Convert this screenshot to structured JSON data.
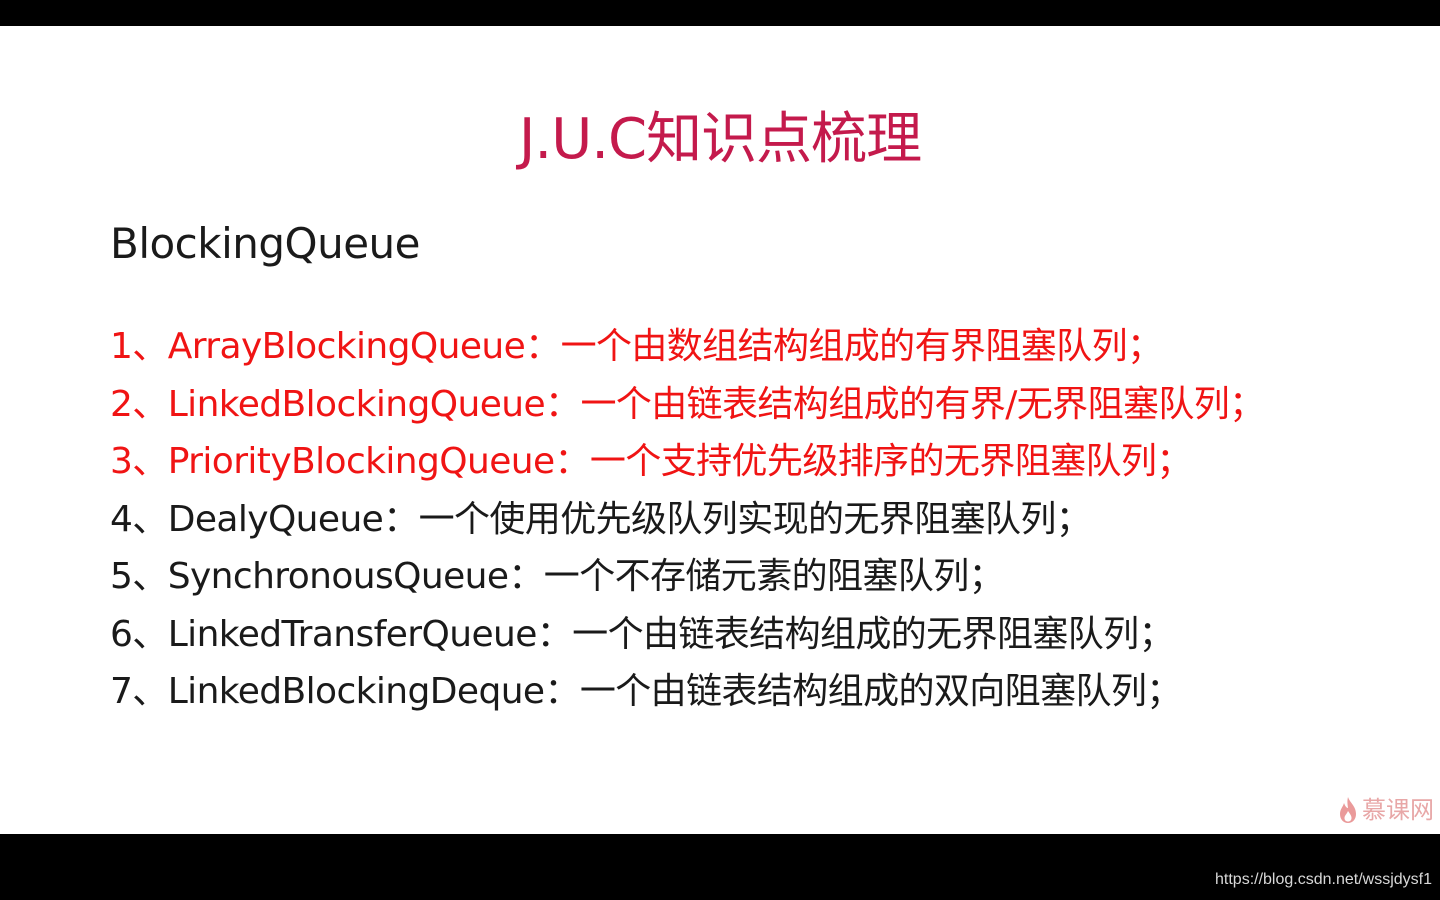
{
  "slide": {
    "title": "J.U.C知识点梳理",
    "heading": "BlockingQueue",
    "items": [
      {
        "text": "1、ArrayBlockingQueue：一个由数组结构组成的有界阻塞队列；",
        "highlighted": true
      },
      {
        "text": "2、LinkedBlockingQueue：一个由链表结构组成的有界/无界阻塞队列；",
        "highlighted": true
      },
      {
        "text": "3、PriorityBlockingQueue：一个支持优先级排序的无界阻塞队列；",
        "highlighted": true
      },
      {
        "text": "4、DealyQueue：一个使用优先级队列实现的无界阻塞队列；",
        "highlighted": false
      },
      {
        "text": "5、SynchronousQueue：一个不存储元素的阻塞队列；",
        "highlighted": false
      },
      {
        "text": "6、LinkedTransferQueue：一个由链表结构组成的无界阻塞队列；",
        "highlighted": false
      },
      {
        "text": "7、LinkedBlockingDeque：一个由链表结构组成的双向阻塞队列；",
        "highlighted": false
      }
    ]
  },
  "watermark": {
    "text": "慕课网",
    "icon": "flame-logo-icon"
  },
  "footer": {
    "url": "https://blog.csdn.net/wssjdysf1"
  },
  "colors": {
    "title": "#c41a4c",
    "highlight": "#f01414",
    "normal": "#1a1a1a",
    "watermark": "#e8a7a7"
  }
}
